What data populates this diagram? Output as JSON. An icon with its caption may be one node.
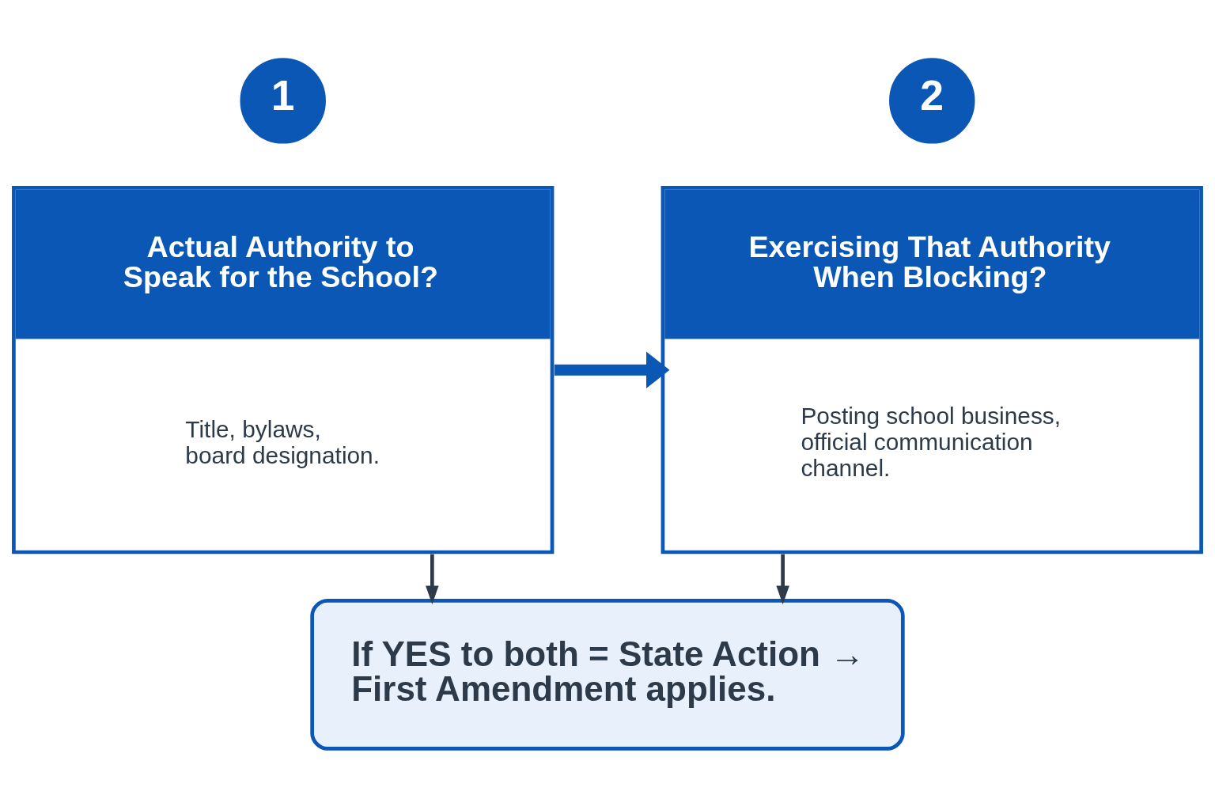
{
  "diagram": {
    "nodes": [
      {
        "text": [
          "1"
        ]
      },
      {
        "text": [
          "Actual Authority to Speak for the School?",
          "Title, bylaws, board designation."
        ]
      },
      {
        "text": [
          "2"
        ]
      },
      {
        "text": [
          "Exercising That Authority When Blocking?",
          "Posting school business, official communication channel."
        ]
      },
      {
        "text": [
          "If YES to both = State Action → First Amendment applies."
        ]
      }
    ],
    "edges": [
      {
        "from": 1,
        "to": 3,
        "arrow": "to",
        "style": "thick",
        "color": "#0b57b5"
      },
      {
        "from": 1,
        "to": 4,
        "arrow": "to"
      },
      {
        "from": 3,
        "to": 4,
        "arrow": "to"
      }
    ]
  }
}
